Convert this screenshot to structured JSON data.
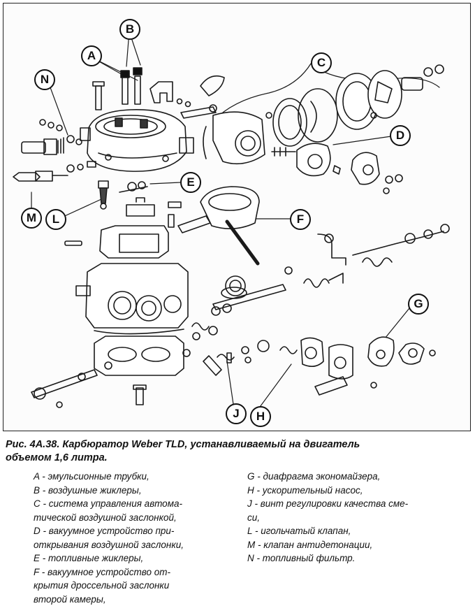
{
  "callouts": [
    "A",
    "B",
    "C",
    "D",
    "E",
    "F",
    "G",
    "H",
    "J",
    "L",
    "M",
    "N"
  ],
  "caption": {
    "line1": "Рис. 4А.38. Карбюратор Weber TLD, устанавливаемый на двигатель",
    "line2": "объемом 1,6 литра."
  },
  "legend_left": [
    "A - эмульсионные трубки,",
    "B - воздушные жиклеры,",
    "C - система управления автома-",
    "тической воздушной заслонкой,",
    "D - вакуумное устройство при-",
    "открывания воздушной заслонки,",
    "E - топливные жиклеры,",
    "F - вакуумное устройство от-",
    "крытия дроссельной заслонки",
    "второй камеры,"
  ],
  "legend_right": [
    "G - диафрагма экономайзера,",
    "H - ускорительный насос,",
    "J - винт регулировки качества сме-",
    "си,",
    "L - игольчатый клапан,",
    "M - клапан антидетонации,",
    "N - топливный фильтр."
  ]
}
